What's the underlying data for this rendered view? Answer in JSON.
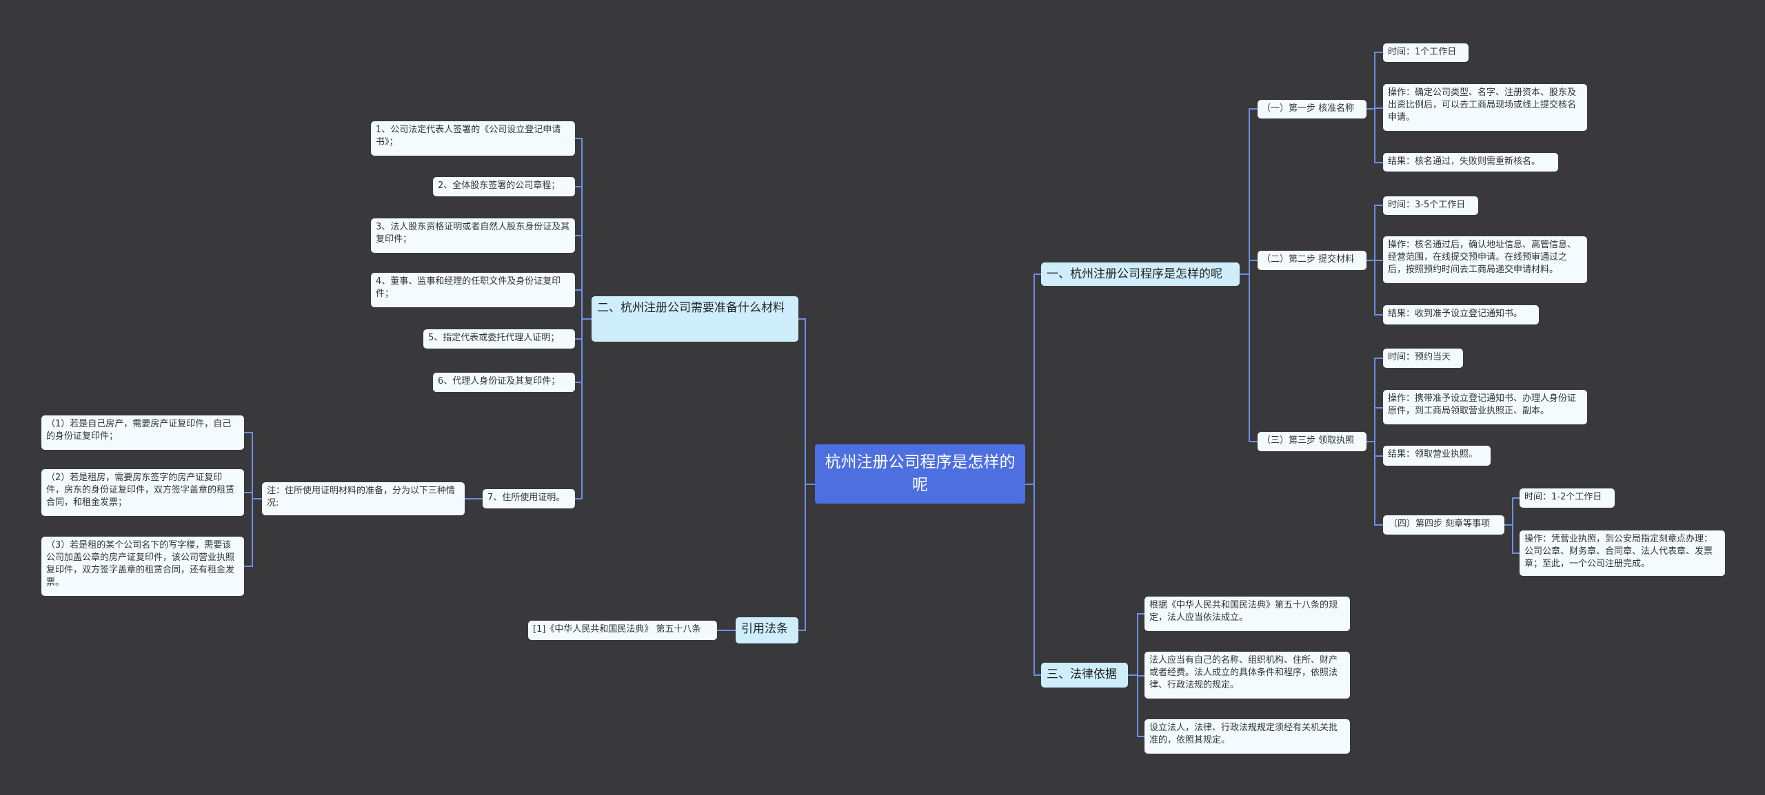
{
  "root": {
    "text": "杭州注册公司程序是怎样的呢"
  },
  "branch_one": {
    "title": "一、杭州注册公司程序是怎样的呢",
    "step1": {
      "label": "（一）第一步 核准名称",
      "time": "时间：1个工作日",
      "operation": "操作：确定公司类型、名字、注册资本、股东及出资比例后，可以去工商局现场或线上提交核名申请。",
      "result": "结果：核名通过，失败则需重新核名。"
    },
    "step2": {
      "label": "（二）第二步 提交材料",
      "time": "时间：3-5个工作日",
      "operation": "操作：核名通过后，确认地址信息、高管信息、经营范围，在线提交预申请。在线预审通过之后，按照预约时间去工商局递交申请材料。",
      "result": "结果：收到准予设立登记通知书。"
    },
    "step3": {
      "label": "（三）第三步 领取执照",
      "time": "时间：预约当天",
      "operation": "操作：携带准予设立登记通知书、办理人身份证原件，到工商局领取营业执照正、副本。",
      "result": "结果：领取营业执照。"
    },
    "step4": {
      "label": "（四）第四步 刻章等事项",
      "time": "时间：1-2个工作日",
      "operation": "操作：凭营业执照，到公安局指定刻章点办理：公司公章、财务章、合同章、法人代表章、发票章；至此，一个公司注册完成。"
    }
  },
  "branch_two": {
    "title": "二、杭州注册公司需要准备什么材料",
    "items": [
      "1、公司法定代表人签署的《公司设立登记申请书》；",
      "2、全体股东签署的公司章程；",
      "3、法人股东资格证明或者自然人股东身份证及其复印件；",
      "4、董事、监事和经理的任职文件及身份证复印件；",
      "5、指定代表或委托代理人证明；",
      "6、代理人身份证及其复印件；",
      "7、住所使用证明。"
    ],
    "note": "注：住所使用证明材料的准备，分为以下三种情况:",
    "cases": [
      "（1）若是自己房产，需要房产证复印件，自己的身份证复印件；",
      "（2）若是租房，需要房东签字的房产证复印件，房东的身份证复印件，双方签字盖章的租赁合同，和租金发票；",
      "（3）若是租的某个公司名下的写字楼，需要该公司加盖公章的房产证复印件，该公司营业执照复印件，双方签字盖章的租赁合同，还有租金发票。"
    ]
  },
  "branch_three": {
    "title": "三、法律依据",
    "items": [
      "根据《中华人民共和国民法典》第五十八条的规定，法人应当依法成立。",
      "法人应当有自己的名称、组织机构、住所、财产或者经费。法人成立的具体条件和程序，依照法律、行政法规的规定。",
      "设立法人，法律、行政法规规定须经有关机关批准的，依照其规定。"
    ]
  },
  "citation": {
    "title": "引用法条",
    "item": "[1]《中华人民共和国民法典》 第五十八条"
  },
  "colors": {
    "background": "#39383b",
    "root": "#4d6fe0",
    "branch": "#cfeefc",
    "leaf": "#f4fbff",
    "connector": "#5f85e8"
  }
}
